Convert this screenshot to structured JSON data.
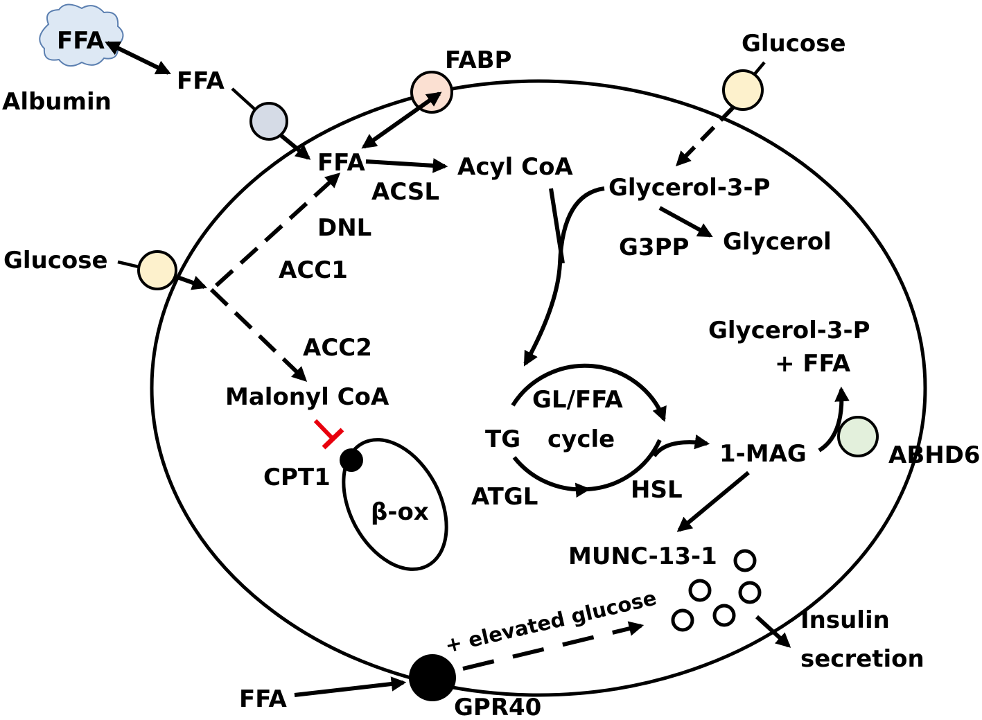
{
  "labels": {
    "albumin_ffa": "FFA",
    "albumin": "Albumin",
    "ffa_outside_top": "FFA",
    "fabp": "FABP",
    "ffa_inside": "FFA",
    "acsl": "ACSL",
    "acyl_coa": "Acyl CoA",
    "dnl": "DNL",
    "glucose_left": "Glucose",
    "acc1": "ACC1",
    "acc2": "ACC2",
    "malonyl_coa": "Malonyl CoA",
    "cpt1": "CPT1",
    "beta_ox": "β-ox",
    "glucose_top": "Glucose",
    "glycerol3p_top": "Glycerol-3-P",
    "g3pp": "G3PP",
    "glycerol": "Glycerol",
    "glycerol3p_right": "Glycerol-3-P",
    "plus_ffa": "+ FFA",
    "cycle_line1": "GL/FFA",
    "cycle_line2": "cycle",
    "tg": "TG",
    "atgl": "ATGL",
    "hsl": "HSL",
    "mag": "1-MAG",
    "abhd6": "ABHD6",
    "munc": "MUNC-13-1",
    "elevated_glucose": "+ elevated glucose",
    "insulin": "Insulin",
    "secretion": "secretion",
    "ffa_bottom": "FFA",
    "gpr40": "GPR40"
  },
  "colors": {
    "albumin_cloud": "#dde8f4",
    "ffa_transporter": "#d5dbe6",
    "fabp": "#fbe0d2",
    "glucose_transporter": "#fdf1cc",
    "abhd6": "#e3f0dc",
    "inhibition": "#e8000d"
  }
}
